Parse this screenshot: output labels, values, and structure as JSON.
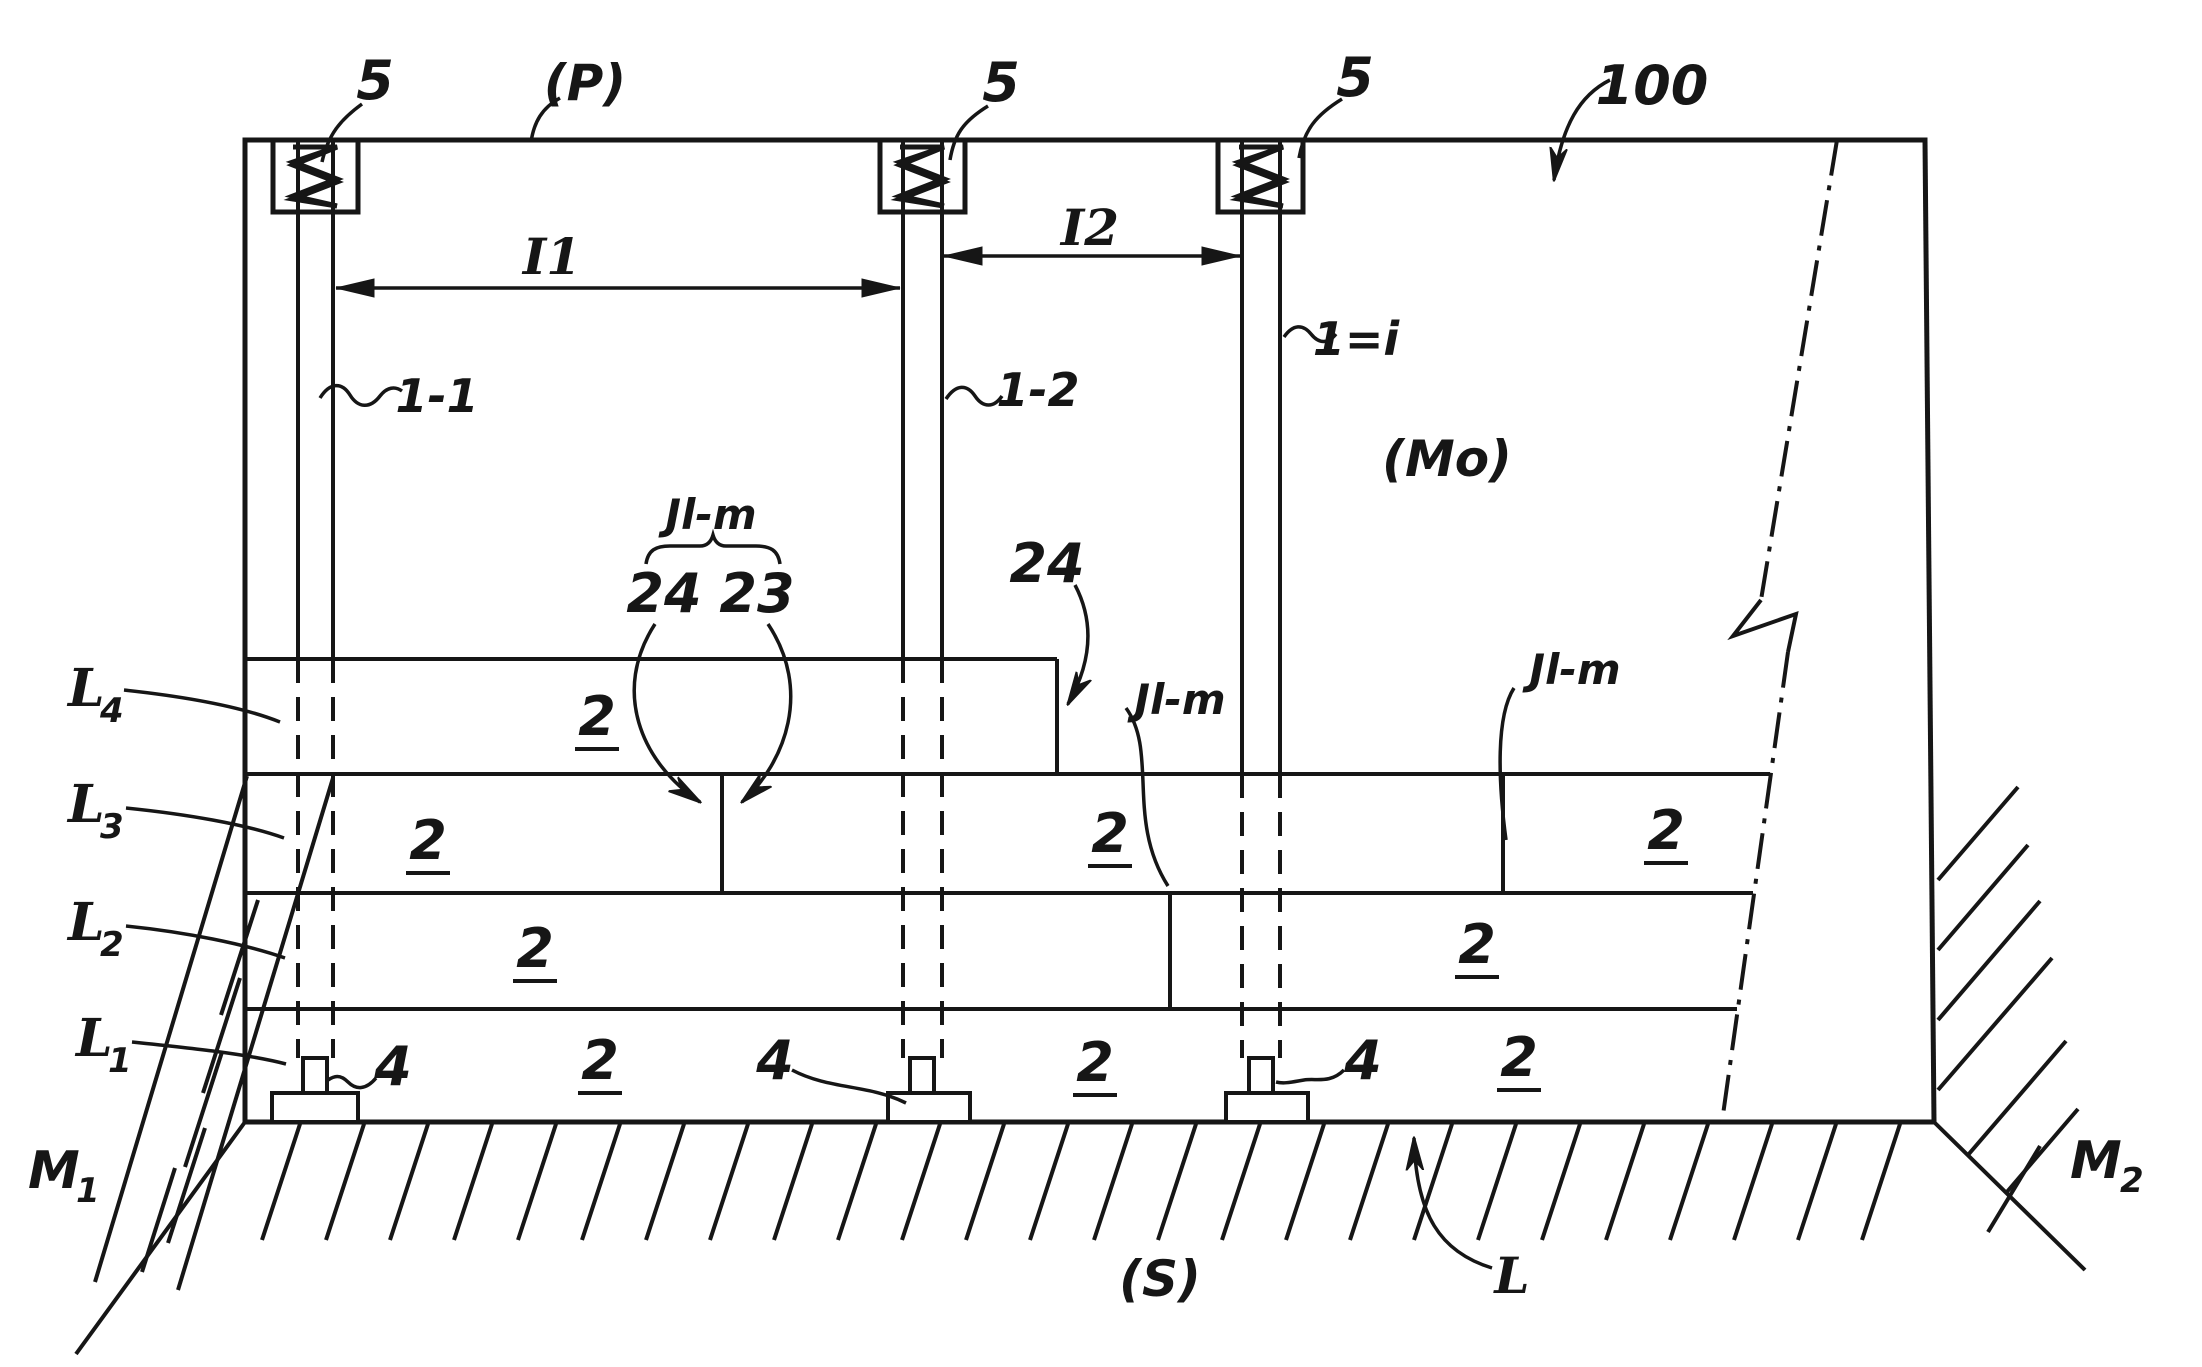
{
  "ref": {
    "plane": "(P)",
    "spring": "5",
    "assembly": "100",
    "dim1": "I1",
    "dim2": "I2",
    "col1": "1-1",
    "col2": "1-2",
    "coli": "1=i",
    "module": "(Mo)",
    "joint": "Jl-m",
    "j24": "24",
    "j23": "23",
    "step24": "24",
    "panel": "2",
    "foot": "4",
    "soil": "(S)",
    "ground": "L",
    "L4": {
      "main": "L",
      "sub": "4"
    },
    "L3": {
      "main": "L",
      "sub": "3"
    },
    "L2": {
      "main": "L",
      "sub": "2"
    },
    "L1": {
      "main": "L",
      "sub": "1"
    },
    "M1": {
      "main": "M",
      "sub": "1"
    },
    "M2": {
      "main": "M",
      "sub": "2"
    }
  }
}
